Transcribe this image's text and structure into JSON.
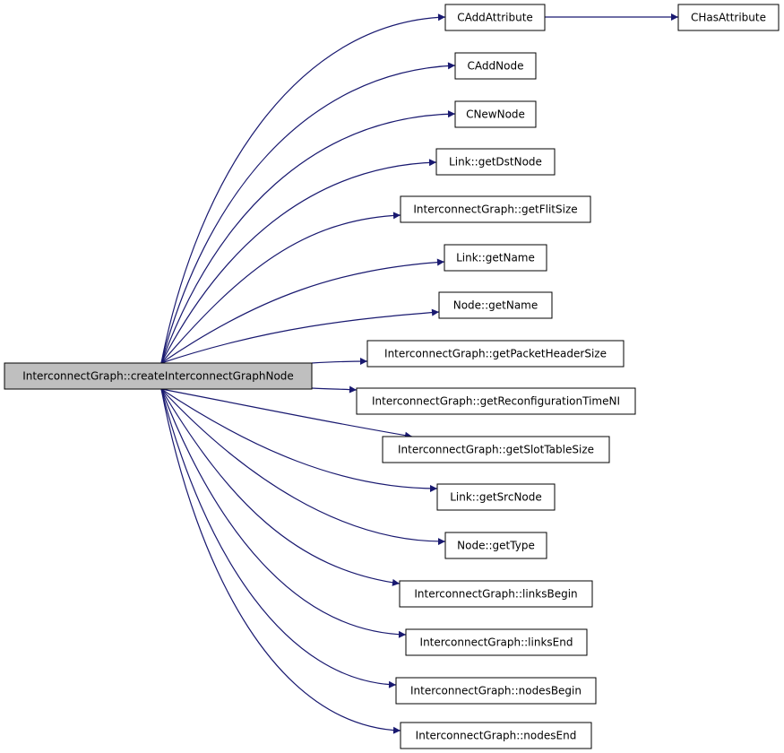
{
  "colors": {
    "edge": "#191970",
    "root_fill": "#bfbfbf",
    "node_fill": "#ffffff",
    "border": "#000000"
  },
  "diagram": {
    "root": {
      "id": "root",
      "label": "InterconnectGraph::createInterconnectGraphNode"
    },
    "nodes": [
      {
        "id": "n1",
        "label": "CAddAttribute"
      },
      {
        "id": "n2",
        "label": "CHasAttribute"
      },
      {
        "id": "n3",
        "label": "CAddNode"
      },
      {
        "id": "n4",
        "label": "CNewNode"
      },
      {
        "id": "n5",
        "label": "Link::getDstNode"
      },
      {
        "id": "n6",
        "label": "InterconnectGraph::getFlitSize"
      },
      {
        "id": "n7",
        "label": "Link::getName"
      },
      {
        "id": "n8",
        "label": "Node::getName"
      },
      {
        "id": "n9",
        "label": "InterconnectGraph::getPacketHeaderSize"
      },
      {
        "id": "n10",
        "label": "InterconnectGraph::getReconfigurationTimeNI"
      },
      {
        "id": "n11",
        "label": "InterconnectGraph::getSlotTableSize"
      },
      {
        "id": "n12",
        "label": "Link::getSrcNode"
      },
      {
        "id": "n13",
        "label": "Node::getType"
      },
      {
        "id": "n14",
        "label": "InterconnectGraph::linksBegin"
      },
      {
        "id": "n15",
        "label": "InterconnectGraph::linksEnd"
      },
      {
        "id": "n16",
        "label": "InterconnectGraph::nodesBegin"
      },
      {
        "id": "n17",
        "label": "InterconnectGraph::nodesEnd"
      }
    ],
    "edges": [
      {
        "from": "root",
        "to": "n1"
      },
      {
        "from": "n1",
        "to": "n2"
      },
      {
        "from": "root",
        "to": "n3"
      },
      {
        "from": "root",
        "to": "n4"
      },
      {
        "from": "root",
        "to": "n5"
      },
      {
        "from": "root",
        "to": "n6"
      },
      {
        "from": "root",
        "to": "n7"
      },
      {
        "from": "root",
        "to": "n8"
      },
      {
        "from": "root",
        "to": "n9"
      },
      {
        "from": "root",
        "to": "n10"
      },
      {
        "from": "root",
        "to": "n11"
      },
      {
        "from": "root",
        "to": "n12"
      },
      {
        "from": "root",
        "to": "n13"
      },
      {
        "from": "root",
        "to": "n14"
      },
      {
        "from": "root",
        "to": "n15"
      },
      {
        "from": "root",
        "to": "n16"
      },
      {
        "from": "root",
        "to": "n17"
      }
    ]
  }
}
